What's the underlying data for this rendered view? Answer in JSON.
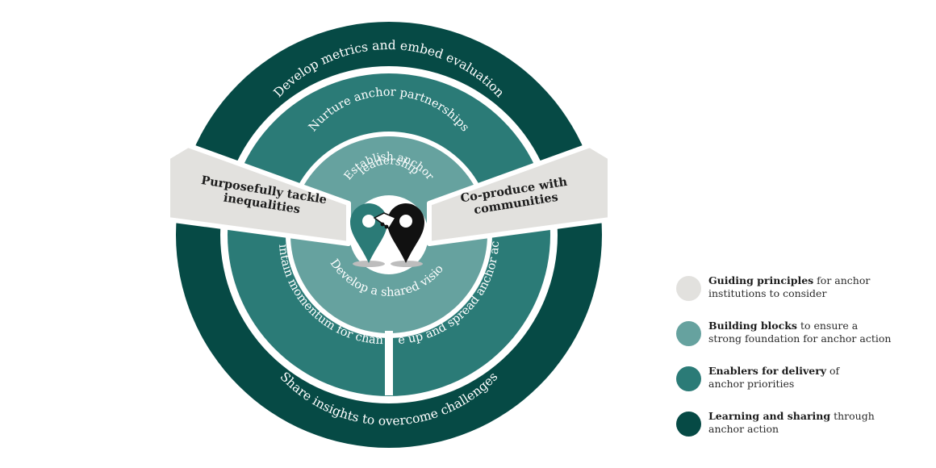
{
  "colors": {
    "guiding": "#e2e1de",
    "building": "#66a29f",
    "enablers": "#2b7b77",
    "learning": "#064a45",
    "pin_black": "#111111",
    "shadow": "#bdbdbd"
  },
  "diagram": {
    "outer_top": "Develop metrics and embed evaluation",
    "outer_bottom": "Share insights to overcome challenges",
    "middle_top": "Nurture anchor partnerships",
    "middle_left": "Maintain momentum for change",
    "middle_right": "Scale up and spread anchor action",
    "inner_top_line1": "Establish anchor",
    "inner_top_line2": "leadership",
    "inner_bottom": "Develop a shared vision",
    "band_left_line1": "Purposefully tackle",
    "band_left_line2": "inequalities",
    "band_right_line1": "Co-produce with",
    "band_right_line2": "communities",
    "center_icon": "handshake-map-pins-icon"
  },
  "legend": [
    {
      "bold": "Guiding principles",
      "rest_line1": " for anchor",
      "line2": "institutions to consider",
      "color": "#e2e1de"
    },
    {
      "bold": "Building blocks",
      "rest_line1": " to ensure a",
      "line2": "strong foundation for anchor action",
      "color": "#66a29f"
    },
    {
      "bold": "Enablers for delivery",
      "rest_line1": " of",
      "line2": "anchor priorities",
      "color": "#2b7b77"
    },
    {
      "bold": "Learning and sharing",
      "rest_line1": " through",
      "line2": "anchor action",
      "color": "#064a45"
    }
  ]
}
